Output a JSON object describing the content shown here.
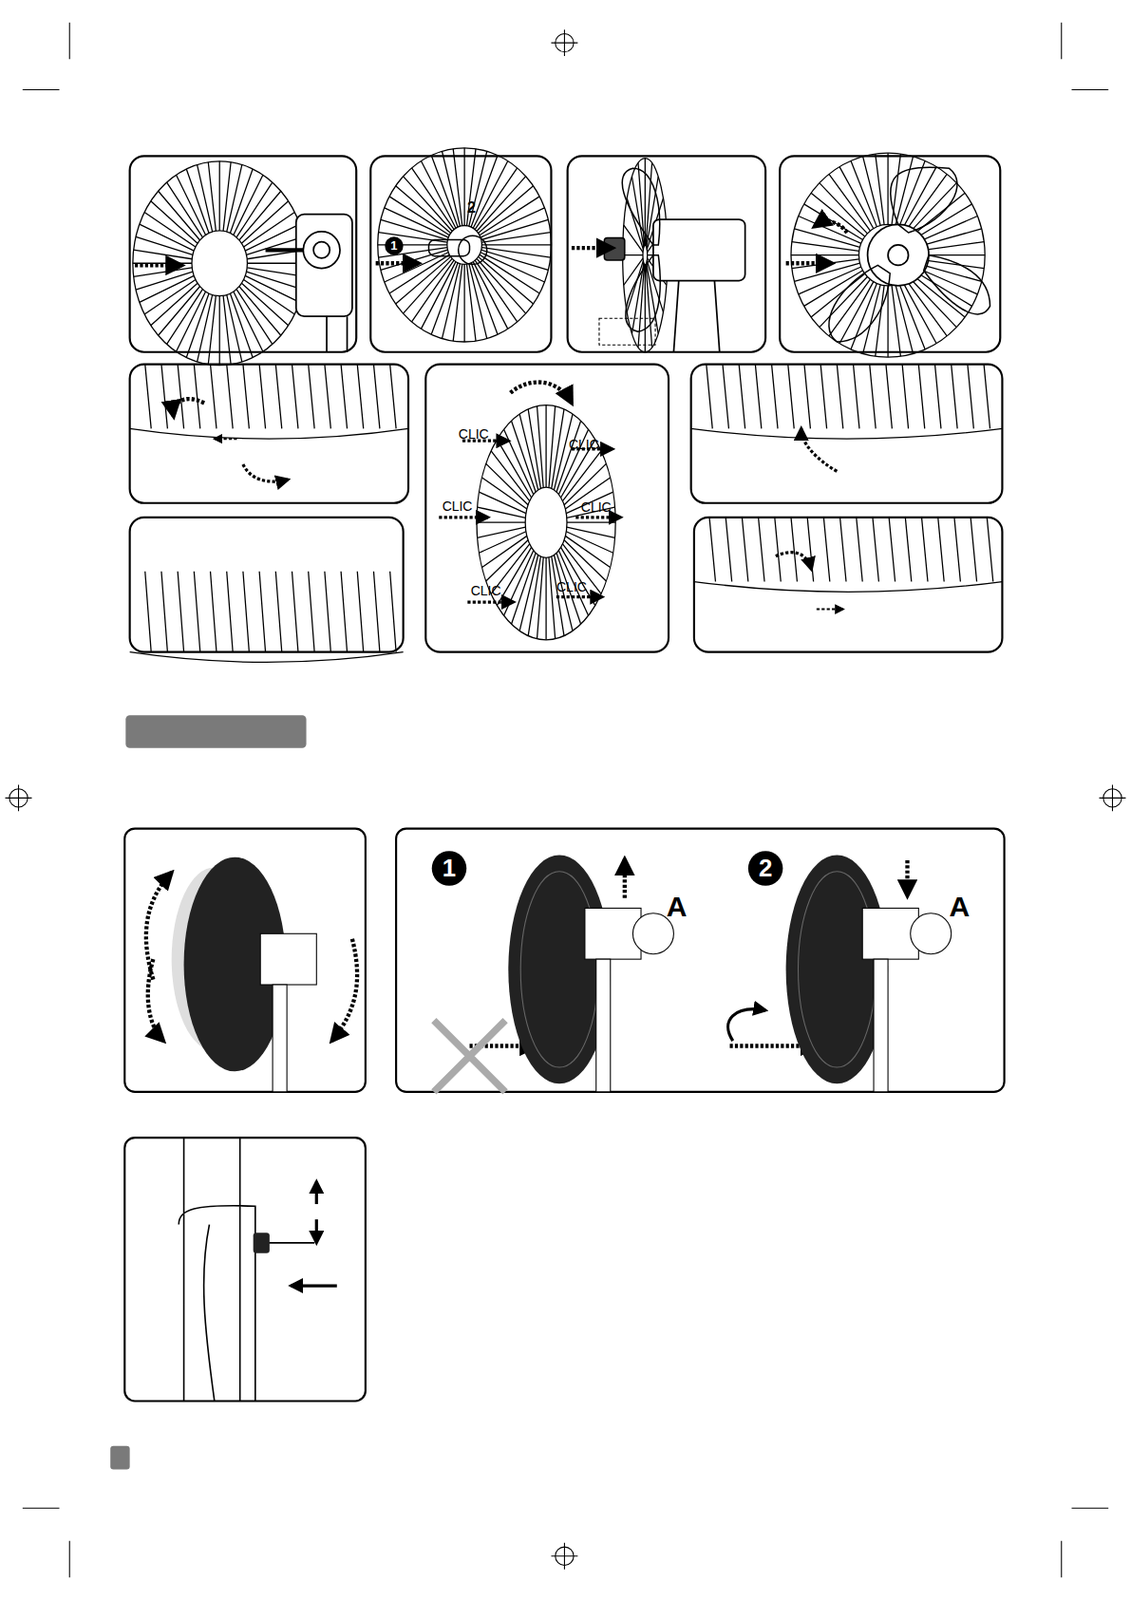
{
  "diagram": {
    "labels": [
      "2",
      "1",
      "CLIC",
      "CLIC",
      "CLIC",
      "CLIC",
      "CLIC",
      "CLIC",
      "1",
      "A",
      "2",
      "A"
    ]
  }
}
